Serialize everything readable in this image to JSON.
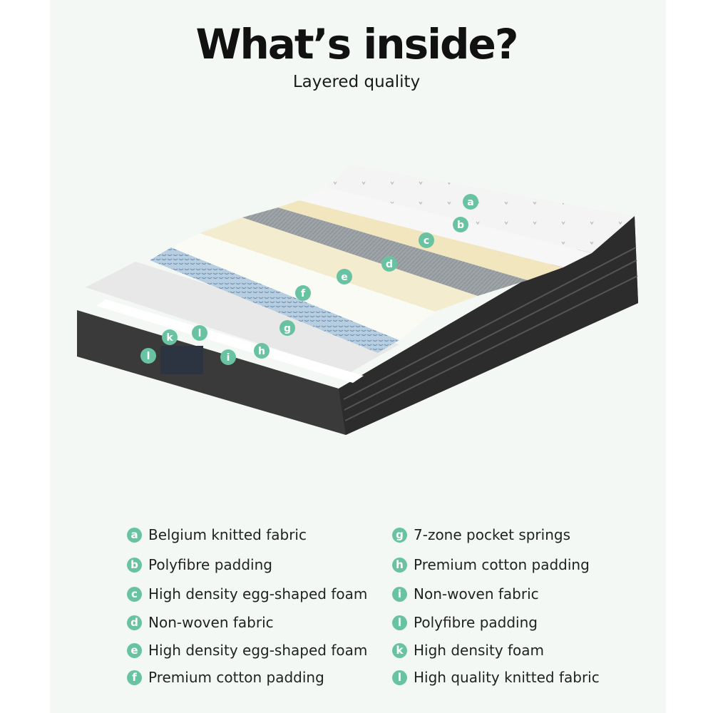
{
  "header": {
    "title": "What’s inside?",
    "subtitle": "Layered quality"
  },
  "colors": {
    "badge": "#69c3a3",
    "background": "#f3f8f5",
    "mattress_dark": "#3a3a3a"
  },
  "illustration": {
    "markers": [
      "a",
      "b",
      "c",
      "d",
      "e",
      "f",
      "g",
      "h",
      "i",
      "l",
      "k",
      "l"
    ]
  },
  "legend": {
    "left": [
      {
        "letter": "a",
        "label": "Belgium knitted fabric"
      },
      {
        "letter": "b",
        "label": "Polyfibre padding"
      },
      {
        "letter": "c",
        "label": "High density egg-shaped foam"
      },
      {
        "letter": "d",
        "label": "Non-woven fabric"
      },
      {
        "letter": "e",
        "label": "High density egg-shaped foam"
      },
      {
        "letter": "f",
        "label": "Premium cotton padding"
      }
    ],
    "right": [
      {
        "letter": "g",
        "label": "7-zone pocket springs"
      },
      {
        "letter": "h",
        "label": "Premium cotton padding"
      },
      {
        "letter": "i",
        "label": "Non-woven fabric"
      },
      {
        "letter": "l",
        "label": "Polyfibre padding"
      },
      {
        "letter": "k",
        "label": "High density foam"
      },
      {
        "letter": "l",
        "label": "High quality knitted fabric"
      }
    ]
  }
}
